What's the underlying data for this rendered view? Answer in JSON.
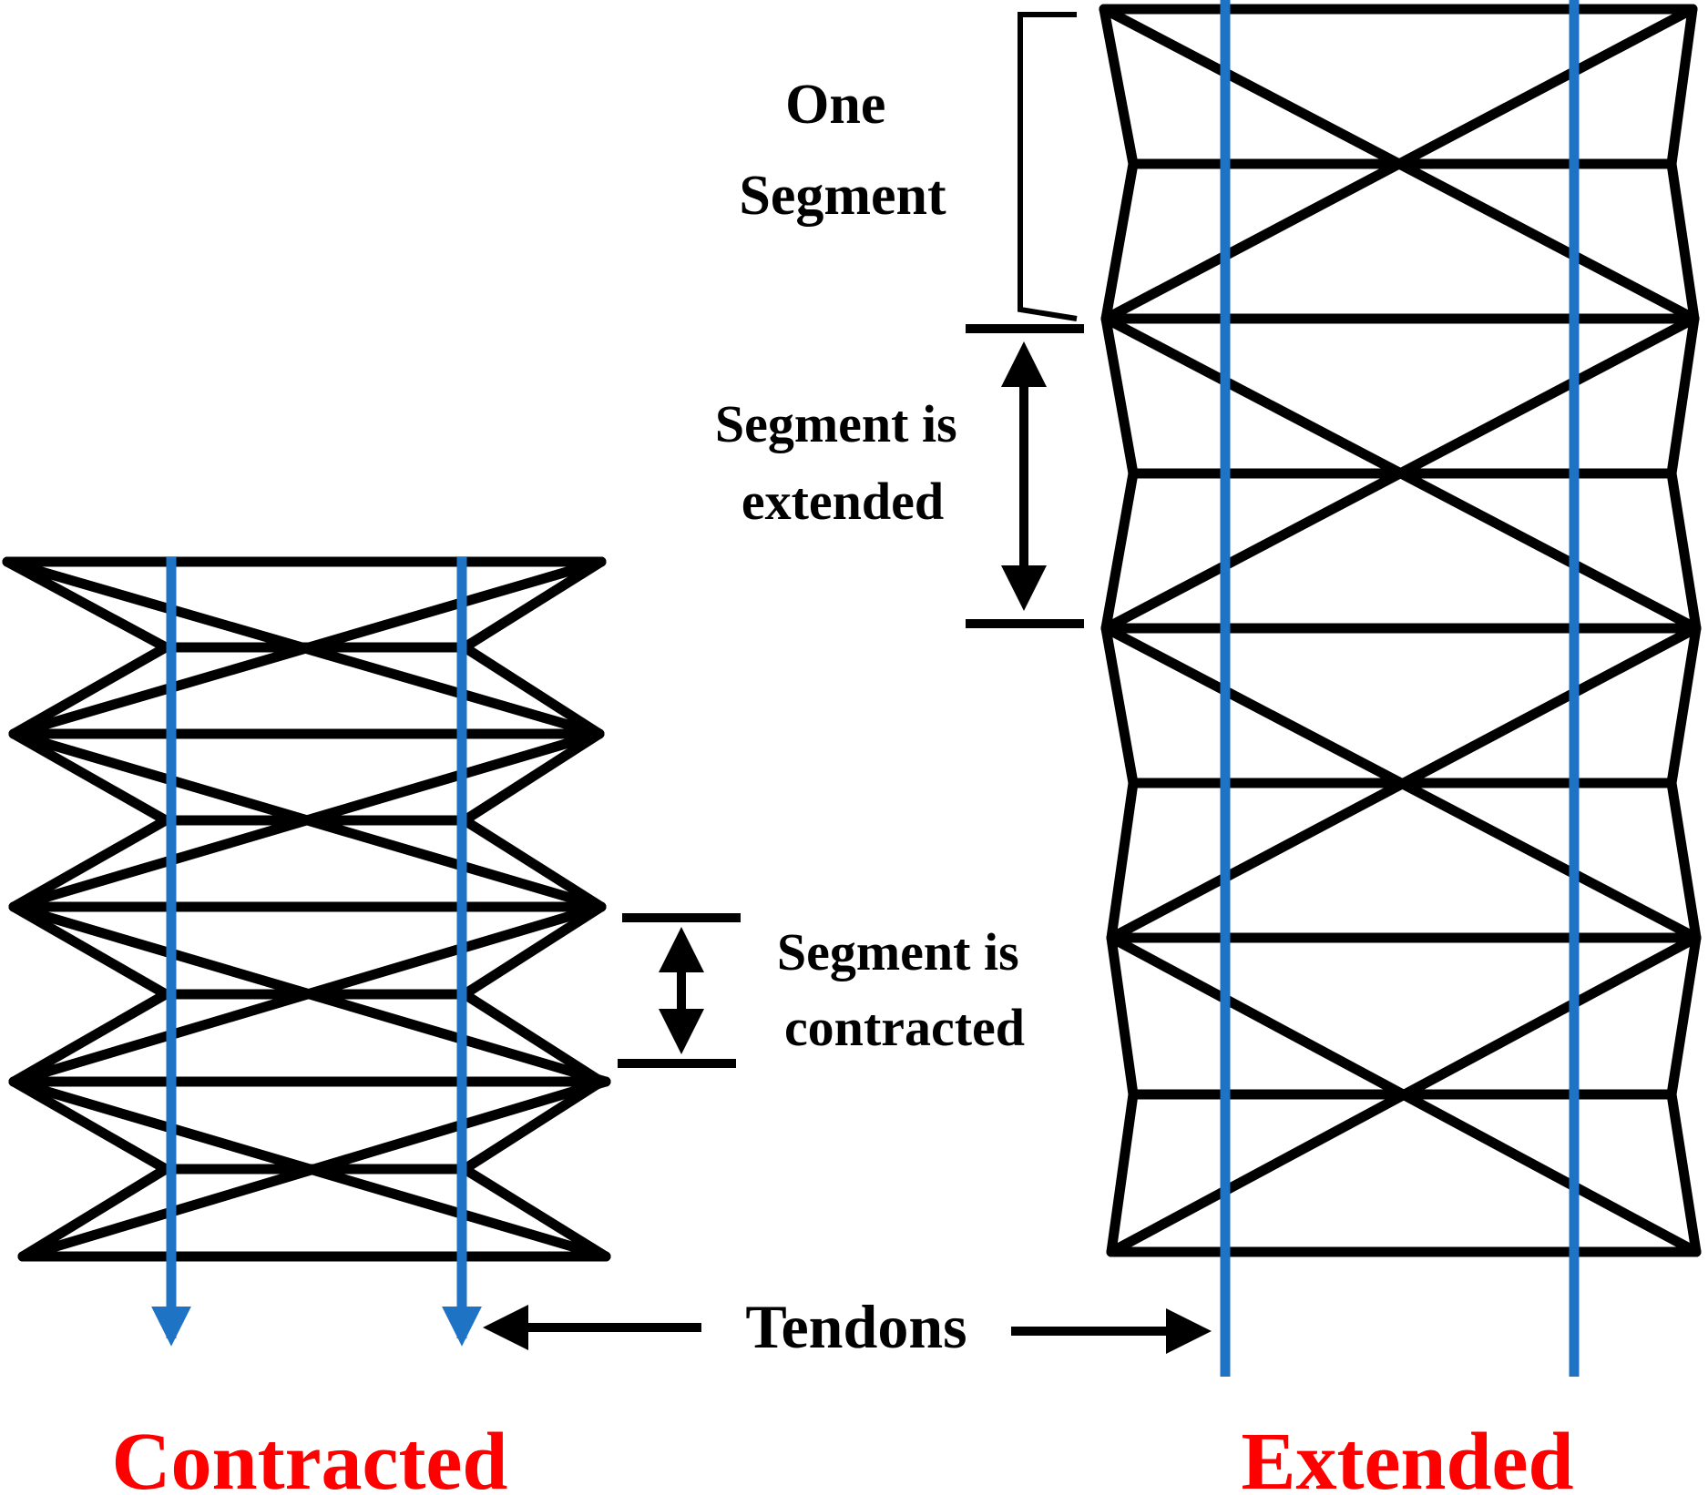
{
  "labels": {
    "one_segment": [
      "One",
      "Segment"
    ],
    "segment_extended": [
      "Segment is",
      "extended"
    ],
    "segment_contracted": [
      "Segment is",
      "contracted"
    ],
    "tendons": "Tendons",
    "contracted": "Contracted",
    "extended": "Extended"
  },
  "colors": {
    "structure": "#000000",
    "tendon": "#1f73c4",
    "title": "#ff0000"
  }
}
